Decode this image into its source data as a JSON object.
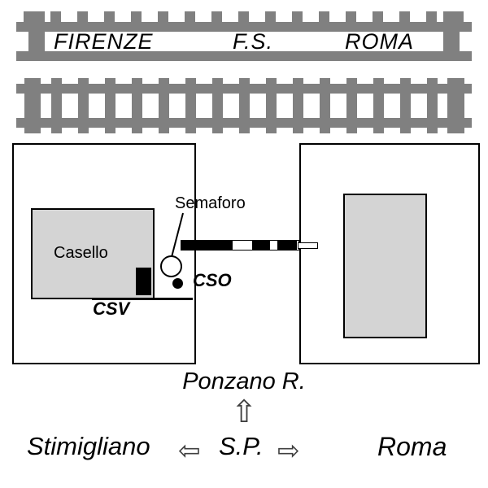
{
  "railway": {
    "left_station": "FIRENZE",
    "operator": "F.S.",
    "right_station": "ROMA"
  },
  "crossing": {
    "keeper_house_label": "Casello",
    "signal_label": "Semaforo",
    "csv_label": "CSV",
    "cso_label": "CSO"
  },
  "bottom": {
    "town_label": "Ponzano R.",
    "left_destination": "Stimigliano",
    "road_label": "S.P.",
    "right_destination": "Roma"
  },
  "icons": {
    "up_arrow_glyph": "⇧",
    "left_arrow_glyph": "⇦",
    "right_arrow_glyph": "⇨"
  },
  "colors": {
    "rail_gray": "#808080",
    "building_fill": "#d4d4d4",
    "line_color": "#000000"
  }
}
